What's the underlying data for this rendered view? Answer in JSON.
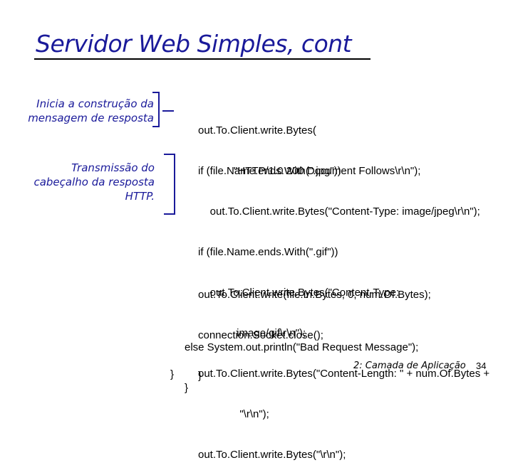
{
  "slide": {
    "title": "Servidor Web Simples, cont",
    "footer": "2: Camada de Aplicação",
    "page_number": "34"
  },
  "annotations": {
    "response_start": [
      "Inicia a construção da",
      "mensagem  de resposta"
    ],
    "header_transmission": [
      "Transmissão do",
      "cabeçalho da resposta",
      "HTTP."
    ]
  },
  "code": {
    "status_line": [
      "out.To.Client.write.Bytes(",
      "            \"HTTP/1.0 200 Document Follows\\r\\n\");"
    ],
    "headers": [
      "if (file.Name.ends.With(\".jpg\"))",
      "    out.To.Client.write.Bytes(\"Content-Type: image/jpeg\\r\\n\");",
      "if (file.Name.ends.With(\".gif\"))",
      "    out.To.Client.write.Bytes(\"Content-Type:",
      "             image/gif\\r\\n\");",
      "out.To.Client.write.Bytes(\"Content-Length: \" + num.Of.Bytes +",
      "              \"\\r\\n\");",
      "out.To.Client.write.Bytes(\"\\r\\n\");"
    ],
    "body": [
      "out.To.Client.write(file.In.Bytes, 0, num.Of.Bytes);",
      "connection.Socket.close();",
      "}"
    ],
    "else_block": [
      "else System.out.println(\"Bad Request Message\");",
      "}"
    ],
    "closing": [
      "}"
    ]
  }
}
